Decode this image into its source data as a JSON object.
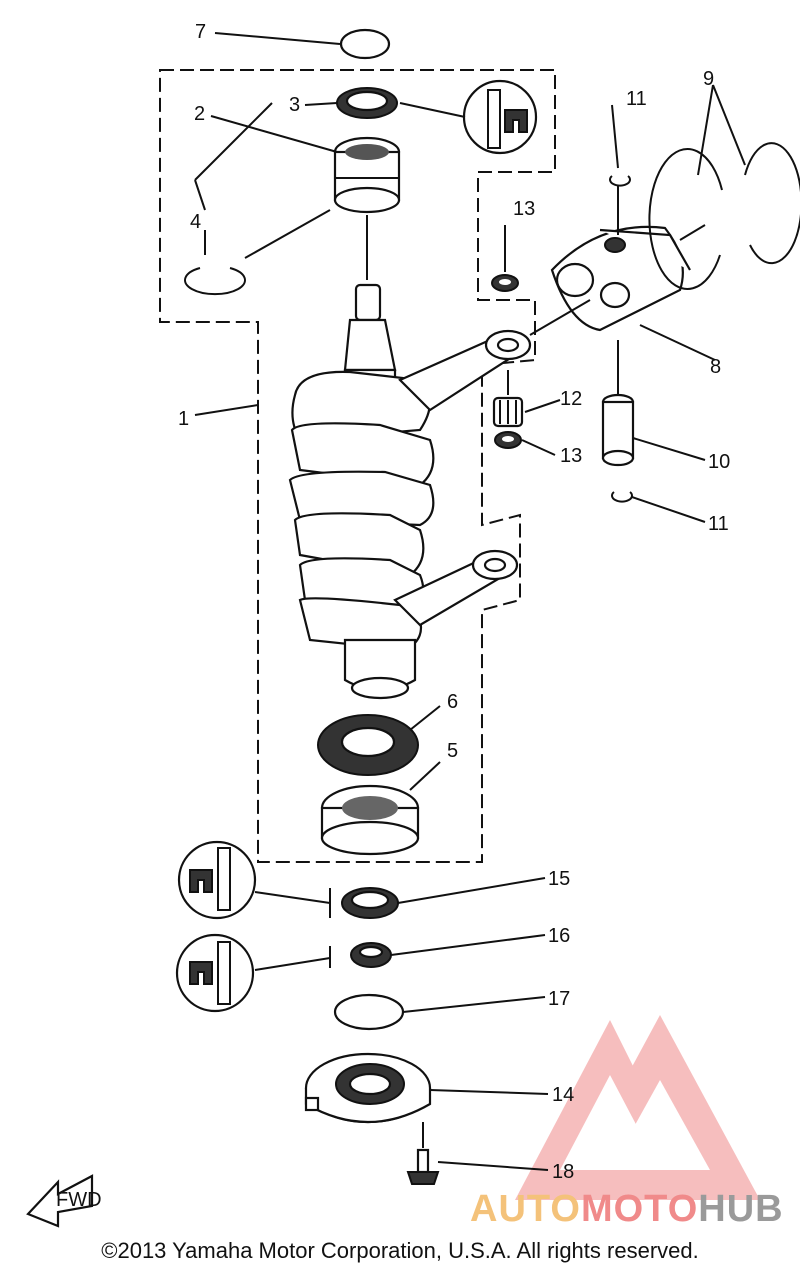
{
  "callouts": {
    "c1": "1",
    "c2": "2",
    "c3": "3",
    "c4": "4",
    "c5": "5",
    "c6": "6",
    "c7": "7",
    "c8": "8",
    "c9": "9",
    "c10": "10",
    "c11a": "11",
    "c11b": "11",
    "c12": "12",
    "c13a": "13",
    "c13b": "13",
    "c14": "14",
    "c15": "15",
    "c16": "16",
    "c17": "17",
    "c18": "18"
  },
  "fwd_label": "FWD",
  "copyright": "©2013 Yamaha Motor Corporation, U.S.A. All rights reserved.",
  "watermark": {
    "auto": "AUTO",
    "moto": "MOTO",
    "hub": "HUB"
  },
  "colors": {
    "ink": "#111111",
    "watermark_red": "#f08a8a",
    "watermark_orange": "#f4c27a",
    "watermark_gray": "#9a9a9a"
  }
}
